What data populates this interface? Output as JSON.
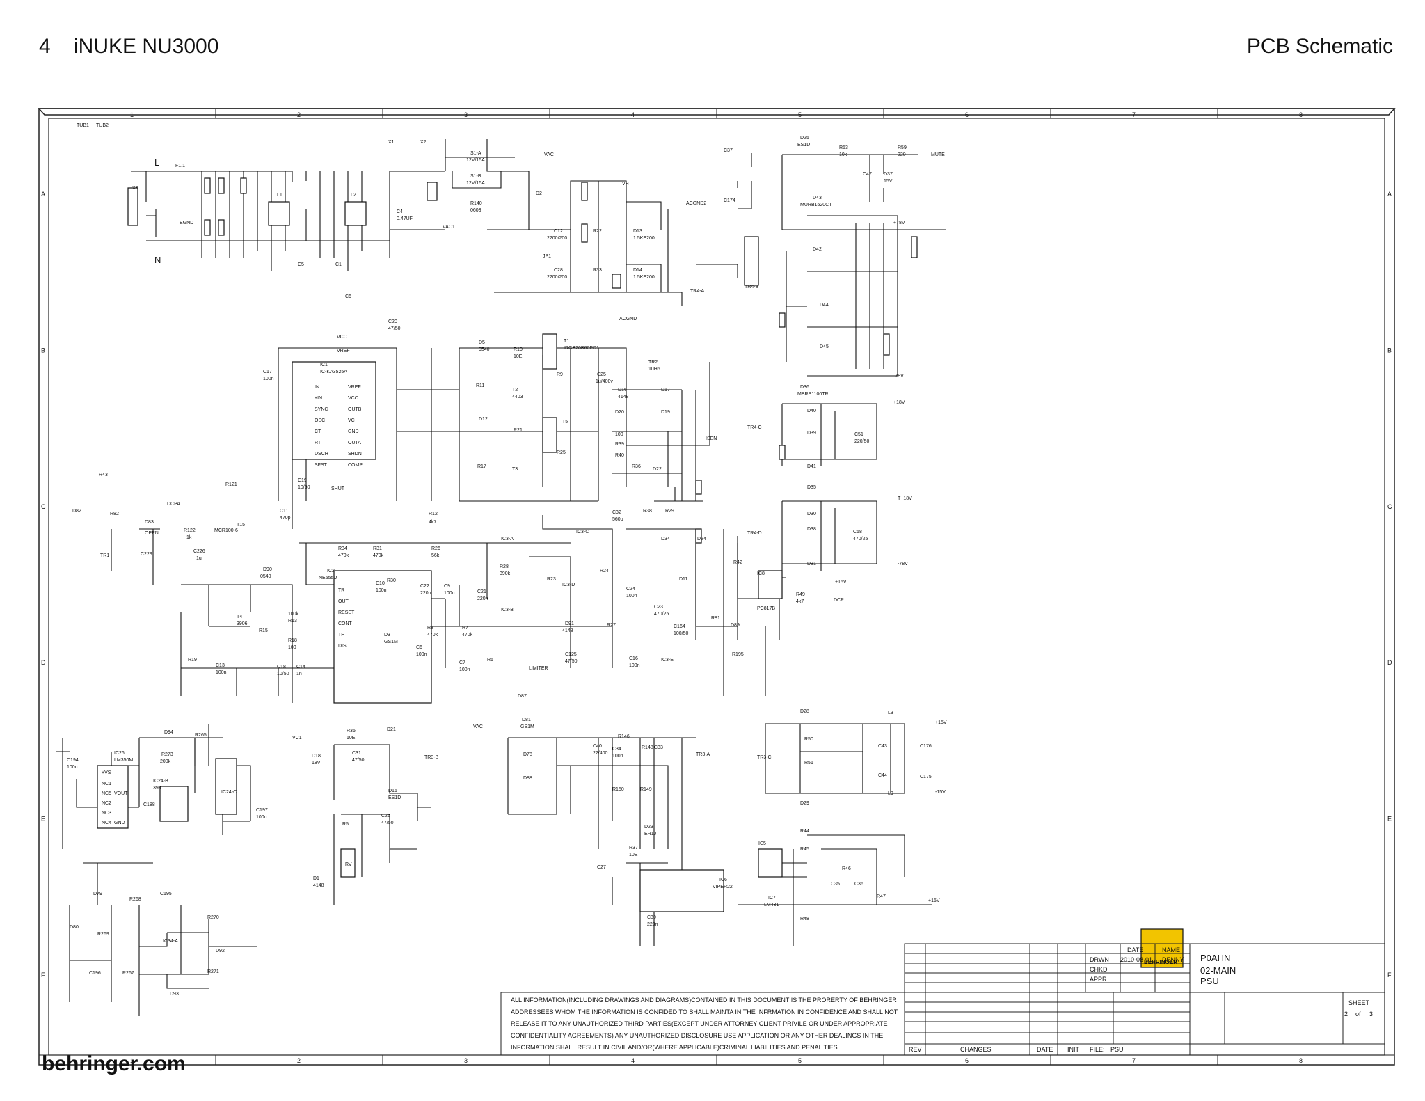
{
  "page": {
    "page_number": "4",
    "product": "iNUKE NU3000",
    "section_title": "PCB Schematic",
    "footer_brand": "behringer.com"
  },
  "frame": {
    "columns": [
      "1",
      "2",
      "3",
      "4",
      "5",
      "6",
      "7",
      "8"
    ],
    "rows": [
      "A",
      "B",
      "C",
      "D",
      "E",
      "F"
    ]
  },
  "title_block": {
    "date_header": "DATE",
    "name_header": "NAME",
    "drwn_label": "DRWN",
    "drwn_date": "2010-08-01",
    "drwn_name": "DENNY",
    "chkd_label": "CHKD",
    "appr_label": "APPR",
    "doc_code": "P0AHN",
    "doc_part": "02-MAIN",
    "doc_name": "PSU",
    "sheet_label": "SHEET",
    "sheet_num": "2",
    "sheet_of": "of",
    "sheet_total": "3",
    "logo_text": "BEHRINGER",
    "rev_label": "REV",
    "changes_label": "CHANGES",
    "date_label": "DATE",
    "init_label": "INIT",
    "file_label": "FILE:",
    "file_value": "PSU",
    "notice_lines": [
      "ALL INFORMATION(INCLUDING DRAWINGS AND DIAGRAMS)CONTAINED IN THIS DOCUMENT IS THE PRORERTY OF BEHRINGER",
      "ADDRESSEES WHOM THE INFORMATION IS CONFIDED TO SHALL MAINTA IN THE INFRMATION IN CONFIDENCE AND SHALL NOT",
      "RELEASE IT TO ANY UNAUTHORIZED THIRD PARTIES(EXCEPT UNDER ATTORNEY CLIENT PRIVILE OR UNDER APPROPRIATE",
      "CONFIDENTIALITY AGREEMENTS) ANY UNAUTHORIZED DISCLOSURE USE APPLICATION OR ANY OTHER DEALINGS IN THE",
      "INFORMATION SHALL RESULT IN CIVIL AND/OR(WHERE APPLICABLE)CRIMINAL LIABILITIES AND PENAL TIES"
    ]
  },
  "labels": {
    "line_L": "L",
    "line_N": "N",
    "x3": "X3",
    "tub1": "TUB1",
    "tub2": "TUB2",
    "f1": "F1.1",
    "egnd": "EGND",
    "l1": "L1",
    "l2": "L2",
    "c4": "C4",
    "c4v": "0.47UF",
    "c5": "C5",
    "c1": "C1",
    "c6": "C6",
    "x1": "X1",
    "x2": "X2",
    "s1a": "S1-A",
    "s1a_v": "12V/15A",
    "s1b": "S1-B",
    "s1b_v": "12V/15A",
    "r140": "R140",
    "r140v": "0603",
    "d2": "D2",
    "vac": "VAC",
    "vac1": "VAC1",
    "c12": "C12",
    "c12v": "2200/200",
    "c28": "C28",
    "c28v": "2200/200",
    "r22": "R22",
    "r33": "R33",
    "d13": "D13",
    "d13v": "1.5KE200",
    "d14": "D14",
    "d14v": "1.5KE200",
    "vh": "VH",
    "jp1": "JP1",
    "acgnd": "ACGND",
    "tr4a": "TR4-A",
    "tr4b": "TR4-B",
    "tr4c": "TR4-C",
    "tr4d": "TR4-D",
    "c37": "C37",
    "c174": "C174",
    "acgnd2": "ACGND2",
    "d25": "D25",
    "d25v": "ES1D",
    "r53": "R53",
    "r53v": "10k",
    "r59": "R59",
    "r59v": "220",
    "mute": "MUTE",
    "c47": "C47",
    "d37": "D37",
    "d37v": "15V",
    "d43": "D43",
    "d42": "D42",
    "d44": "D44",
    "d45": "D45",
    "murb": "MURB1620CT",
    "p78": "+78V",
    "m78": "-78V",
    "d36": "D36",
    "d40": "D40",
    "d39": "D39",
    "d41": "D41",
    "mbrs": "MBRS1100TR",
    "p18": "+18V",
    "c51": "C51",
    "c51v": "220/50",
    "d35": "D35",
    "d30": "D30",
    "d38": "D38",
    "d31": "D31",
    "t18": "T+18V",
    "c58": "C58",
    "c58v": "470/25",
    "m78b": "-78V",
    "p15": "+15V",
    "p15b": "+15V",
    "m15": "-15V",
    "ic8": "IC8",
    "pc817b": "PC817B",
    "r49": "R49",
    "r49v": "4k7",
    "dcp": "DCP",
    "vcc": "VCC",
    "vref": "VREF",
    "c20": "C20",
    "c20v": "47/50",
    "ic1": "IC1",
    "ic1v": "IC-KA3525A",
    "c17": "C17",
    "c17v": "100n",
    "pin_in": "IN",
    "pin_pin": "+IN",
    "pin_sync": "SYNC",
    "pin_osc": "OSC",
    "pin_ct": "CT",
    "pin_rt": "RT",
    "pin_dsch": "DSCH",
    "pin_sfst": "SFST",
    "pin_vref": "VREF",
    "pin_vcc": "VCC",
    "pin_outb": "OUTB",
    "pin_vc": "VC",
    "pin_gnd": "GND",
    "pin_outa": "OUTA",
    "pin_shdn": "SHDN",
    "pin_comp": "COMP",
    "d5": "D5",
    "d5v": "0540",
    "r10": "R10",
    "r10v": "10E",
    "t1": "T1",
    "t1v": "IRGB20B60PD1",
    "t2": "T2",
    "t2v": "4403",
    "r11": "R11",
    "r9": "R9",
    "c25": "C25",
    "c25v": "1u/400v",
    "tr2": "TR2",
    "tr2v": "1uH5",
    "d12": "D12",
    "r21": "R21",
    "t5": "T5",
    "t3": "T3",
    "r17": "R17",
    "r25": "R25",
    "d16": "D16",
    "d17": "D17",
    "d20": "D20",
    "d19": "D19",
    "d4148": "4148",
    "isen": "ISEN",
    "r36": "R36",
    "r39": "R39",
    "r40": "R40",
    "r100": "100",
    "d22": "D22",
    "shut": "SHUT",
    "c19": "C19",
    "c19v": "10/50",
    "c11": "C11",
    "c11v": "470p",
    "d82": "D82",
    "open": "OPEN",
    "r43": "R43",
    "r82": "R82",
    "dcpa": "DCPA",
    "d83": "D83",
    "r122": "R122",
    "r122v": "1k",
    "c229": "C229",
    "c226": "C226",
    "c226v": "1u",
    "tr1": "TR1",
    "r121": "R121",
    "t15": "T15",
    "t15v": "MCR100-6",
    "d90": "D90",
    "d90v": "0540",
    "r12": "R12",
    "r12v": "4k7",
    "r34": "R34",
    "r34v": "470k",
    "r31": "R31",
    "r31v": "470k",
    "r26": "R26",
    "r26v": "56k",
    "r28": "R28",
    "r28v": "390k",
    "c22": "C22",
    "c22v": "220n",
    "c9": "C9",
    "c9v": "100n",
    "c21": "C21",
    "c21v": "220n",
    "ic3a": "IC3-A",
    "ic3b": "IC3-B",
    "ic3c": "IC3-C",
    "ic3d": "IC3-D",
    "ic3e": "IC3-E",
    "ic2": "IC2",
    "ic2v": "NE555D",
    "c10": "C10",
    "c10v": "100n",
    "r30": "R30",
    "pin_tr": "TR",
    "pin_out": "OUT",
    "pin_reset": "RESET",
    "pin_cont": "CONT",
    "pin_th": "TH",
    "pin_dis": "DIS",
    "t4": "T4",
    "t4v": "3906",
    "r13": "R13",
    "r13v": "100k",
    "r15": "R15",
    "r18": "R18",
    "r18v": "100",
    "r19": "R19",
    "c13": "C13",
    "c13v": "100n",
    "c18": "C18",
    "c18v": "10/50",
    "c14": "C14",
    "c14v": "1n",
    "d3": "D3",
    "d3v": "GS1M",
    "r8": "R8",
    "r8v": "470k",
    "r7": "R7",
    "r7v": "470k",
    "c6b": "C6",
    "c6bv": "100n",
    "c7": "C7",
    "c7v": "100n",
    "r6": "R6",
    "r23": "R23",
    "r24": "R24",
    "r27": "R27",
    "d91": "D91",
    "d91v": "4148",
    "c125": "C125",
    "c125v": "47/50",
    "limiter": "LIMITER",
    "c32": "C32",
    "c32v": "560p",
    "r38": "R38",
    "r29": "R29",
    "d34": "D34",
    "d24": "D24",
    "d11": "D11",
    "r42": "R42",
    "c24": "C24",
    "c24v": "100n",
    "c23": "C23",
    "c23v": "470/25",
    "c164": "C164",
    "c164v": "100/50",
    "r81": "R81",
    "d89": "D89",
    "c16": "C16",
    "c16v": "100n",
    "r195": "R195",
    "d94": "D94",
    "r265": "R265",
    "r273": "R273",
    "r273v": "200k",
    "ic26": "IC26",
    "ic26v": "LM350M",
    "ic24b": "IC24-B",
    "ic24bv": "393",
    "c194": "C194",
    "c194v": "100n",
    "c188": "C188",
    "pin_vs": "+VS",
    "pin_nc1": "NC1",
    "pin_nc5": "NC5",
    "pin_nc2": "NC2",
    "pin_nc3": "NC3",
    "pin_nc4": "NC4",
    "pin_vout": "VOUT",
    "pin_gnd2": "GND",
    "ic24c": "IC24-C",
    "c197": "C197",
    "c197v": "100n",
    "vc1": "VC1",
    "r35": "R35",
    "r35v": "10E",
    "d21": "D21",
    "d18": "D18",
    "d18v": "18V",
    "c31": "C31",
    "c31v": "47/50",
    "tr3b": "TR3-B",
    "d15": "D15",
    "d15v": "ES1D",
    "c26": "C26",
    "c26v": "47/50",
    "r5": "R5",
    "d1": "D1",
    "d1v": "4148",
    "rv": "RV",
    "d87": "D87",
    "d81": "D81",
    "d78": "D78",
    "d88": "D88",
    "gs1m": "GS1M",
    "c40": "C40",
    "c40v": "22/400",
    "c34": "C34",
    "c34v": "100n",
    "r146": "R146",
    "r150": "R150",
    "r148": "R148",
    "r149": "R149",
    "c33": "C33",
    "tr3a": "TR3-A",
    "d23": "D23",
    "d23v": "ER1J",
    "r37": "R37",
    "r37v": "10E",
    "c27": "C27",
    "ic6": "IC6",
    "ic6v": "VIPER22",
    "c30": "C30",
    "c30v": "220n",
    "d28": "D28",
    "d29": "D29",
    "r50": "R50",
    "r51": "R51",
    "c43": "C43",
    "c44": "C44",
    "c176": "C176",
    "c175": "C175",
    "l3": "L3",
    "l9": "L9",
    "tr3c": "TR3-C",
    "r44": "R44",
    "r45": "R45",
    "r46": "R46",
    "ic5": "IC5",
    "c35": "C35",
    "c36": "C36",
    "r47": "R47",
    "ic7": "IC7",
    "ic7v": "LM431",
    "r48": "R48",
    "d79": "D79",
    "d80": "D80",
    "r268": "R268",
    "r269": "R269",
    "c195": "C195",
    "c196": "C196",
    "r267": "R267",
    "ic34a": "IC34-A",
    "r270": "R270",
    "r271": "R271",
    "d92": "D92",
    "d93": "D93",
    "vac_b": "VAC",
    "p15c": "+15V"
  }
}
